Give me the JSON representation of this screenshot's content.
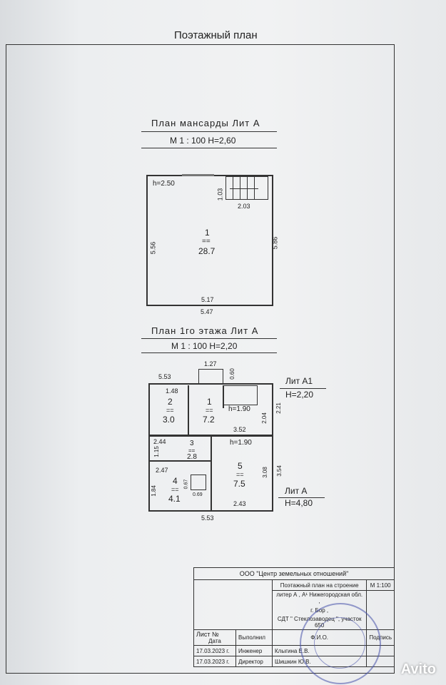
{
  "page": {
    "title": "Поэтажный план"
  },
  "attic": {
    "title": "План мансарды Лит А",
    "scale": "М 1 : 100  Н=2,60",
    "h_label": "h=2.50",
    "room_no": "1",
    "room_eq": "==",
    "room_area": "28.7",
    "dim_right": "5.86",
    "dim_left": "5.56",
    "dim_inner_bottom": "5.17",
    "dim_outer_bottom": "5.47",
    "stair_w": "2.03",
    "stair_h": "1.03"
  },
  "floor1": {
    "title": "План 1го этажа Лит А",
    "scale": "М 1 : 100  Н=2,20",
    "dim_top_porch": "1.27",
    "dim_top_left": "5.53",
    "dim_porch": "0.60",
    "lit_a1": "Лит А1",
    "lit_a1_h": "Н=2,20",
    "lit_a": "Лит А",
    "lit_a_h": "Н=4,80",
    "dim_148": "1.48",
    "dim_221": "2.21",
    "dim_204": "2.04",
    "dim_352": "3.52",
    "dim_244": "2.44",
    "dim_115": "1.15",
    "dim_247": "2.47",
    "dim_184": "1.84",
    "dim_067": "0.67",
    "dim_069": "0.69",
    "dim_308": "3.08",
    "dim_354": "3.54",
    "dim_243": "2.43",
    "dim_bottom": "5.53",
    "h190a": "h=1.90",
    "h190b": "h=1.90",
    "rooms": [
      {
        "no": "2",
        "eq": "==",
        "area": "3.0"
      },
      {
        "no": "1",
        "eq": "==",
        "area": "7.2"
      },
      {
        "no": "3",
        "eq": "==",
        "area": "2.8"
      },
      {
        "no": "4",
        "eq": "==",
        "area": "4.1"
      },
      {
        "no": "5",
        "eq": "==",
        "area": "7.5"
      }
    ]
  },
  "titleblock": {
    "org": "ООО \"Центр земельных отношений\"",
    "doc": "Поэтажный план на строение",
    "scale": "М 1:100",
    "addr1": "литер А , А¹ Нижегородская обл. ,",
    "addr2": "г. Бор ,",
    "addr3": "СДТ \" Стеклозаводец \", участок 650",
    "sheet": "Лист №",
    "col_date": "Дата",
    "col_role": "Выполнил",
    "col_name": "Ф.И.О.",
    "col_sign": "Подпись",
    "date1": "17.03.2023 г.",
    "role1": "Инженер",
    "name1": "Клыгина Е.В.",
    "date2": "17.03.2023 г.",
    "role2": "Директор",
    "name2": "Шишкин Ю.В."
  },
  "watermark": "Avito"
}
